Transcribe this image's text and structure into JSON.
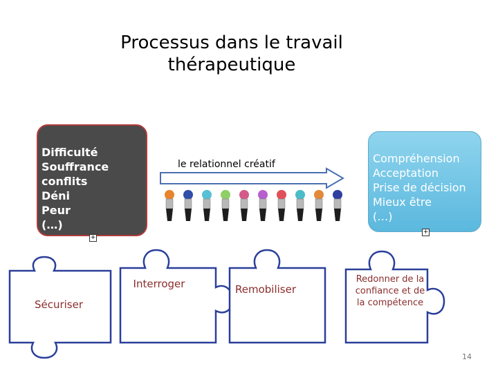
{
  "title": {
    "line1": "Processus dans le travail",
    "line2": "thérapeutique"
  },
  "left_box": {
    "items": [
      "Difficulté",
      "Souffrance",
      "conflits",
      "Déni",
      "Peur",
      " (…)"
    ]
  },
  "right_box": {
    "items": [
      "Compréhension",
      "Acceptation",
      "Prise de décision",
      "Mieux être",
      " (…)"
    ]
  },
  "arrow": {
    "label": "le relationnel  créatif"
  },
  "brushes": [
    {
      "color": "#e7842e"
    },
    {
      "color": "#2f4fa8"
    },
    {
      "color": "#57c0d4"
    },
    {
      "color": "#8fcf66"
    },
    {
      "color": "#d45a8a"
    },
    {
      "color": "#b85fcf"
    },
    {
      "color": "#e0505a"
    },
    {
      "color": "#4bbcc8"
    },
    {
      "color": "#e38a3a"
    },
    {
      "color": "#2e3fa0"
    }
  ],
  "puzzle": [
    {
      "label": "Sécuriser"
    },
    {
      "label": "Interroger"
    },
    {
      "label": "Remobiliser"
    },
    {
      "label": "Redonner de la confiance et de la compétence"
    }
  ],
  "colors": {
    "left_fill": "#4a4a4a",
    "left_border": "#b23a3a",
    "right_fill": "#6ec4e6",
    "puzzle_stroke": "#2a3f9a",
    "puzzle_text": "#8b2c2c"
  },
  "page_number": "14"
}
